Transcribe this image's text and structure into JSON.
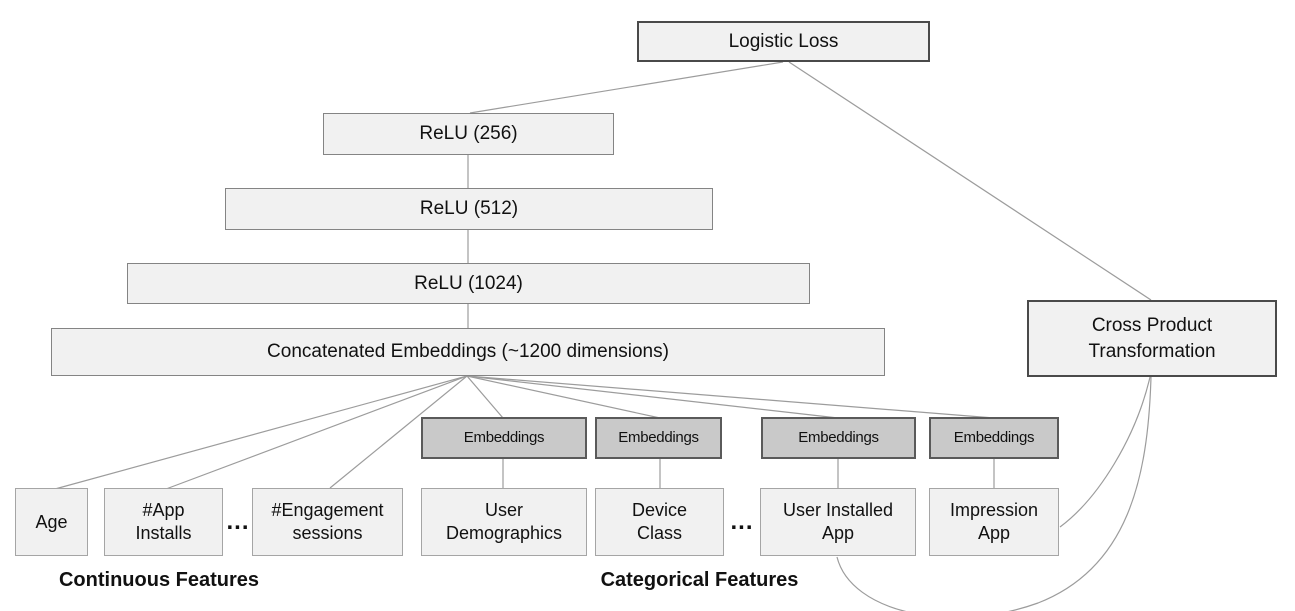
{
  "nodes": {
    "logistic_loss": "Logistic Loss",
    "relu_256": "ReLU (256)",
    "relu_512": "ReLU (512)",
    "relu_1024": "ReLU (1024)",
    "concatenated": "Concatenated Embeddings (~1200 dimensions)",
    "cross_product": "Cross Product\nTransformation",
    "embeddings_label": "Embeddings",
    "age": "Age",
    "app_installs": "#App\nInstalls",
    "engagement_sessions": "#Engagement\nsessions",
    "user_demographics": "User\nDemographics",
    "device_class": "Device\nClass",
    "user_installed_app": "User Installed\nApp",
    "impression_app": "Impression\nApp",
    "ellipsis": "..."
  },
  "labels": {
    "continuous": "Continuous Features",
    "categorical": "Categorical Features"
  },
  "colors": {
    "page_bg": "#ffffff",
    "box_fill": "#f1f1f1",
    "box_border": "#848484",
    "feature_border": "#a5a5a5",
    "embedding_fill": "#c9c9c9",
    "embedding_border": "#5a5a5a",
    "emphasis_border": "#4a4a4a",
    "connector": "#9c9c9c",
    "text": "#111111"
  }
}
